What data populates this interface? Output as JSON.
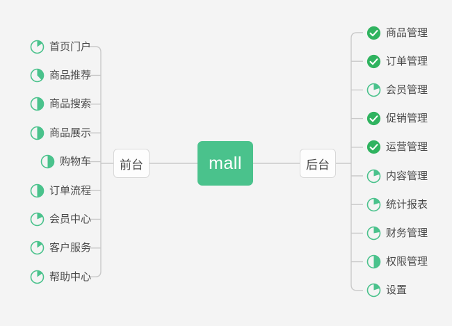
{
  "diagram": {
    "title": "mall",
    "background_color": "#f4f4f4",
    "accent_color": "#4ac28c",
    "line_color": "#c9c9c9",
    "text_color": "#4a4a4a",
    "center": {
      "label": "mall"
    },
    "branches": [
      {
        "label": "前台",
        "side": "left"
      },
      {
        "label": "后台",
        "side": "right"
      }
    ],
    "left_items": [
      {
        "label": "首页门户",
        "icon": "pie-progress-icon",
        "percent": 15
      },
      {
        "label": "商品推荐",
        "icon": "pie-progress-icon",
        "percent": 38
      },
      {
        "label": "商品搜索",
        "icon": "pie-progress-icon",
        "percent": 50
      },
      {
        "label": "商品展示",
        "icon": "pie-progress-icon",
        "percent": 50
      },
      {
        "label": "购物车",
        "icon": "pie-progress-icon",
        "percent": 50
      },
      {
        "label": "订单流程",
        "icon": "pie-progress-icon",
        "percent": 50
      },
      {
        "label": "会员中心",
        "icon": "pie-progress-icon",
        "percent": 18
      },
      {
        "label": "客户服务",
        "icon": "pie-progress-icon",
        "percent": 15
      },
      {
        "label": "帮助中心",
        "icon": "pie-progress-icon",
        "percent": 15
      }
    ],
    "right_items": [
      {
        "label": "商品管理",
        "icon": "check-circle-icon",
        "percent": 100
      },
      {
        "label": "订单管理",
        "icon": "check-circle-icon",
        "percent": 100
      },
      {
        "label": "会员管理",
        "icon": "pie-progress-icon",
        "percent": 20
      },
      {
        "label": "促销管理",
        "icon": "check-circle-icon",
        "percent": 100
      },
      {
        "label": "运营管理",
        "icon": "check-circle-icon",
        "percent": 100
      },
      {
        "label": "内容管理",
        "icon": "pie-progress-icon",
        "percent": 20
      },
      {
        "label": "统计报表",
        "icon": "pie-progress-icon",
        "percent": 20
      },
      {
        "label": "财务管理",
        "icon": "pie-progress-icon",
        "percent": 22
      },
      {
        "label": "权限管理",
        "icon": "pie-progress-icon",
        "percent": 50
      },
      {
        "label": "设置",
        "icon": "pie-progress-icon",
        "percent": 20
      }
    ]
  }
}
